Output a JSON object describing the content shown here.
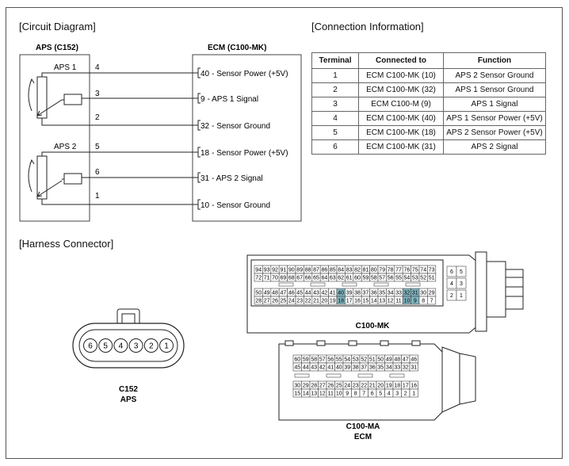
{
  "sections": {
    "circuit": "[Circuit Diagram]",
    "connection": "[Connection Information]",
    "harness": "[Harness Connector]"
  },
  "aps": {
    "title": "APS (C152)",
    "aps1": "APS 1",
    "aps2": "APS 2",
    "pins": [
      "4",
      "3",
      "2",
      "5",
      "6",
      "1"
    ]
  },
  "ecm": {
    "title": "ECM (C100-MK)",
    "terminals": [
      {
        "num": "40",
        "label": "- Sensor Power (+5V)"
      },
      {
        "num": "9",
        "label": "- APS 1 Signal"
      },
      {
        "num": "32",
        "label": "- Sensor Ground"
      },
      {
        "num": "18",
        "label": "- Sensor Power (+5V)"
      },
      {
        "num": "31",
        "label": "- APS 2 Signal"
      },
      {
        "num": "10",
        "label": "- Sensor Ground"
      }
    ]
  },
  "table": {
    "headers": [
      "Terminal",
      "Connected to",
      "Function"
    ],
    "rows": [
      [
        "1",
        "ECM C100-MK (10)",
        "APS 2 Sensor Ground"
      ],
      [
        "2",
        "ECM C100-MK (32)",
        "APS 1 Sensor Ground"
      ],
      [
        "3",
        "ECM C100-M (9)",
        "APS 1 Signal"
      ],
      [
        "4",
        "ECM C100-MK (40)",
        "APS 1 Sensor Power (+5V)"
      ],
      [
        "5",
        "ECM C100-MK (18)",
        "APS 2 Sensor Power (+5V)"
      ],
      [
        "6",
        "ECM C100-MK (31)",
        "APS 2 Signal"
      ]
    ]
  },
  "c152": {
    "pins": [
      "6",
      "5",
      "4",
      "3",
      "2",
      "1"
    ],
    "label1": "C152",
    "label2": "APS"
  },
  "c100mk": {
    "label": "C100-MK",
    "row1": [
      "94",
      "93",
      "92",
      "91",
      "90",
      "89",
      "88",
      "87",
      "86",
      "85",
      "84",
      "83",
      "82",
      "81",
      "80",
      "79",
      "78",
      "77",
      "76",
      "75",
      "74",
      "73"
    ],
    "row2": [
      "72",
      "71",
      "70",
      "69",
      "68",
      "67",
      "66",
      "65",
      "64",
      "63",
      "62",
      "61",
      "60",
      "59",
      "58",
      "57",
      "56",
      "55",
      "54",
      "53",
      "52",
      "51"
    ],
    "row3": [
      "50",
      "49",
      "48",
      "47",
      "46",
      "45",
      "44",
      "43",
      "42",
      "41",
      "40",
      "39",
      "38",
      "37",
      "36",
      "35",
      "34",
      "33",
      "32",
      "31",
      "30",
      "29"
    ],
    "row4": [
      "28",
      "27",
      "26",
      "25",
      "24",
      "23",
      "22",
      "21",
      "20",
      "19",
      "18",
      "17",
      "16",
      "15",
      "14",
      "13",
      "12",
      "11",
      "10",
      "9",
      "8",
      "7"
    ],
    "side": [
      "6",
      "5",
      "4",
      "3",
      "2",
      "1"
    ],
    "highlighted": [
      "40",
      "32",
      "31",
      "18",
      "10",
      "9"
    ]
  },
  "c100ma": {
    "label1": "C100-MA",
    "label2": "ECM",
    "row1": [
      "60",
      "59",
      "58",
      "57",
      "56",
      "55",
      "54",
      "53",
      "52",
      "51",
      "50",
      "49",
      "48",
      "47",
      "46"
    ],
    "row2": [
      "45",
      "44",
      "43",
      "42",
      "41",
      "40",
      "39",
      "38",
      "37",
      "36",
      "35",
      "34",
      "33",
      "32",
      "31"
    ],
    "row3": [
      "30",
      "29",
      "28",
      "27",
      "26",
      "25",
      "24",
      "23",
      "22",
      "21",
      "20",
      "19",
      "18",
      "17",
      "16"
    ],
    "row4": [
      "15",
      "14",
      "13",
      "12",
      "11",
      "10",
      "9",
      "8",
      "7",
      "6",
      "5",
      "4",
      "3",
      "2",
      "1"
    ]
  },
  "colors": {
    "highlight": "#7fb3bd",
    "line": "#222222"
  }
}
